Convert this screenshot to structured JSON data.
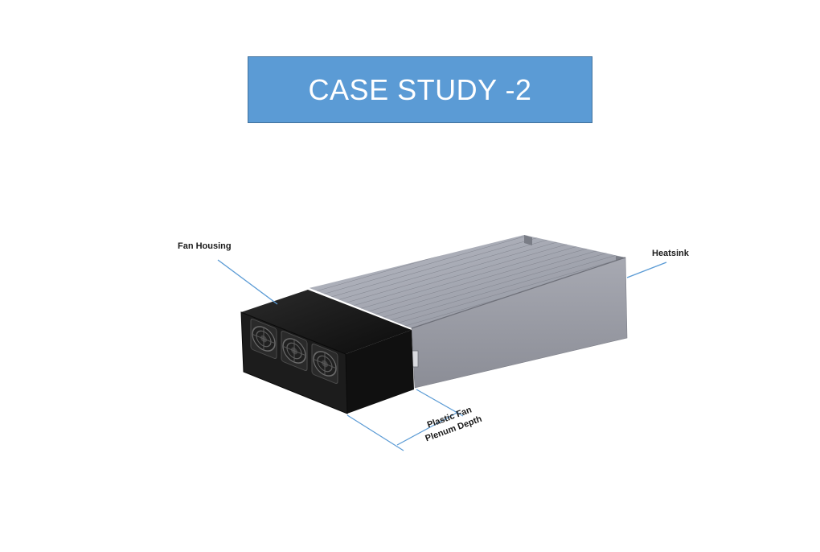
{
  "title": "CASE STUDY -2",
  "labels": {
    "fan_housing": "Fan Housing",
    "heatsink": "Heatsink",
    "plenum_line1": "Plastic Fan",
    "plenum_line2": "Plenum Depth"
  },
  "colors": {
    "title_fill": "#5b9bd5",
    "title_border": "#41719c",
    "title_text": "#ffffff",
    "leader_line": "#5b9bd5",
    "heatsink_body": "#9a9ca6",
    "fan_housing": "#141414"
  },
  "fan_count": 3
}
